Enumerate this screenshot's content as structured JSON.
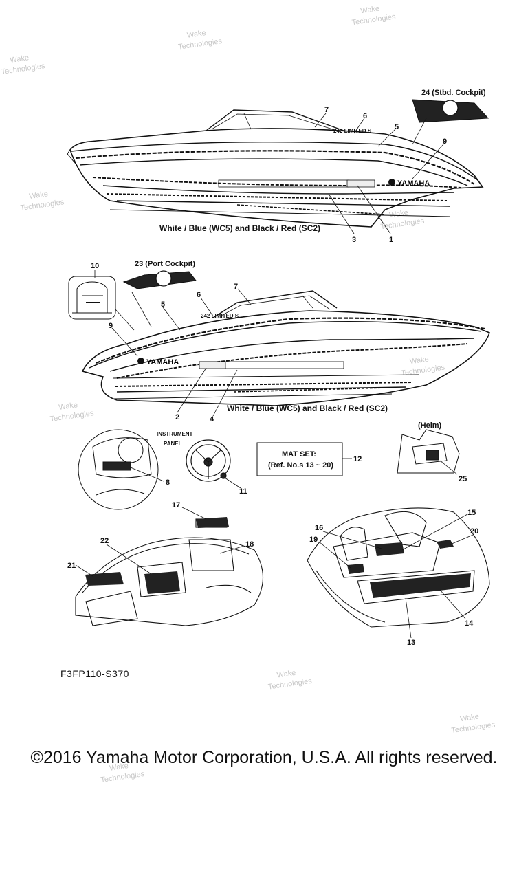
{
  "captions": {
    "boat_top": "White / Blue (WC5) and Black / Red (SC2)",
    "boat_bottom": "White / Blue (WC5) and Black / Red (SC2)",
    "stbd_cockpit": "24 (Stbd. Cockpit)",
    "port_cockpit": "23 (Port Cockpit)",
    "instrument_panel_line1": "INSTRUMENT",
    "instrument_panel_line2": "PANEL",
    "helm": "(Helm)",
    "mat_set_line1": "MAT SET:",
    "mat_set_line2": "(Ref. No.s 13 ~ 20)"
  },
  "decal_text": {
    "brand": "YAMAHA",
    "model": "242 LIMITED S"
  },
  "callouts": {
    "c1": "1",
    "c2": "2",
    "c3": "3",
    "c4": "4",
    "c5a": "5",
    "c5b": "5",
    "c6a": "6",
    "c6b": "6",
    "c7a": "7",
    "c7b": "7",
    "c8": "8",
    "c9a": "9",
    "c9b": "9",
    "c10": "10",
    "c11": "11",
    "c12": "12",
    "c13": "13",
    "c14": "14",
    "c15": "15",
    "c16": "16",
    "c17": "17",
    "c18": "18",
    "c19": "19",
    "c20": "20",
    "c21": "21",
    "c22": "22",
    "c25": "25"
  },
  "watermark": {
    "line1": "Wake",
    "line2": "Technologies"
  },
  "figure_code": "F3FP110-S370",
  "copyright": "©2016 Yamaha Motor Corporation, U.S.A. All rights reserved."
}
